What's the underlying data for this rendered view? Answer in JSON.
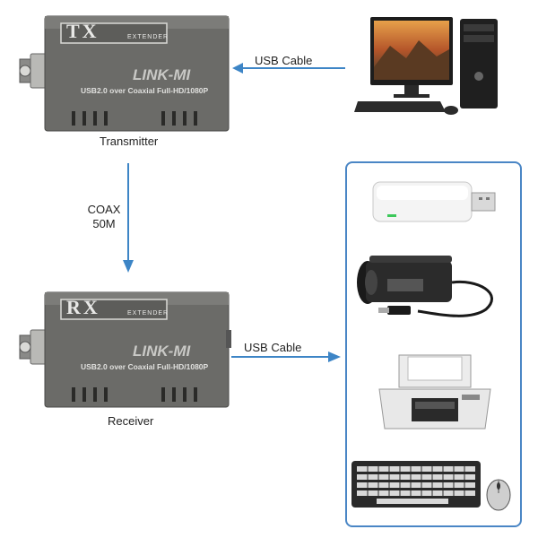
{
  "transmitter": {
    "badge": "TX",
    "badge_sub": "EXTENDER",
    "brand": "LINK-MI",
    "model_line": "USB2.0 over Coaxial Full-HD/1080P",
    "label": "Transmitter"
  },
  "receiver": {
    "badge": "RX",
    "badge_sub": "EXTENDER",
    "brand": "LINK-MI",
    "model_line": "USB2.0 over Coaxial Full-HD/1080P",
    "label": "Receiver"
  },
  "links": {
    "top_cable": "USB Cable",
    "coax_line1": "COAX",
    "coax_line2": "50M",
    "bottom_cable": "USB Cable"
  },
  "colors": {
    "arrow": "#3d85c6",
    "box_border": "#4a86c5",
    "device_body": "#6b6b68"
  },
  "icons": [
    "desktop-pc-icon",
    "usb-dongle-icon",
    "usb-camera-icon",
    "printer-icon",
    "keyboard-icon",
    "mouse-icon"
  ]
}
